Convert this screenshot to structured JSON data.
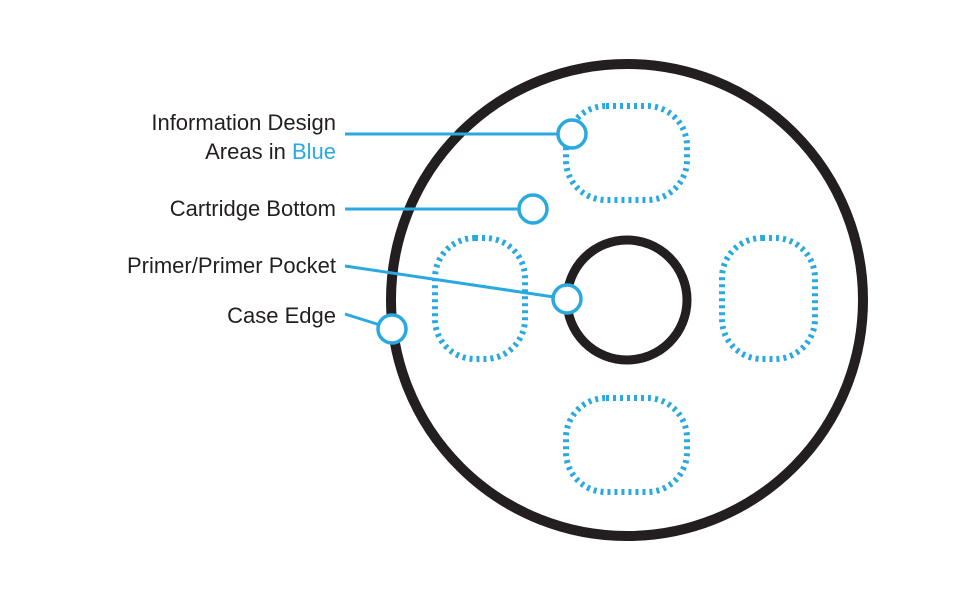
{
  "diagram": {
    "labels": {
      "info_design_line1": "Information Design",
      "info_design_line2_prefix": "Areas in ",
      "info_design_line2_highlight": "Blue",
      "cartridge_bottom": "Cartridge Bottom",
      "primer_pocket": "Primer/Primer Pocket",
      "case_edge": "Case Edge"
    },
    "colors": {
      "outline": "#231f20",
      "accent": "#29a9e0",
      "background": "#ffffff"
    }
  }
}
